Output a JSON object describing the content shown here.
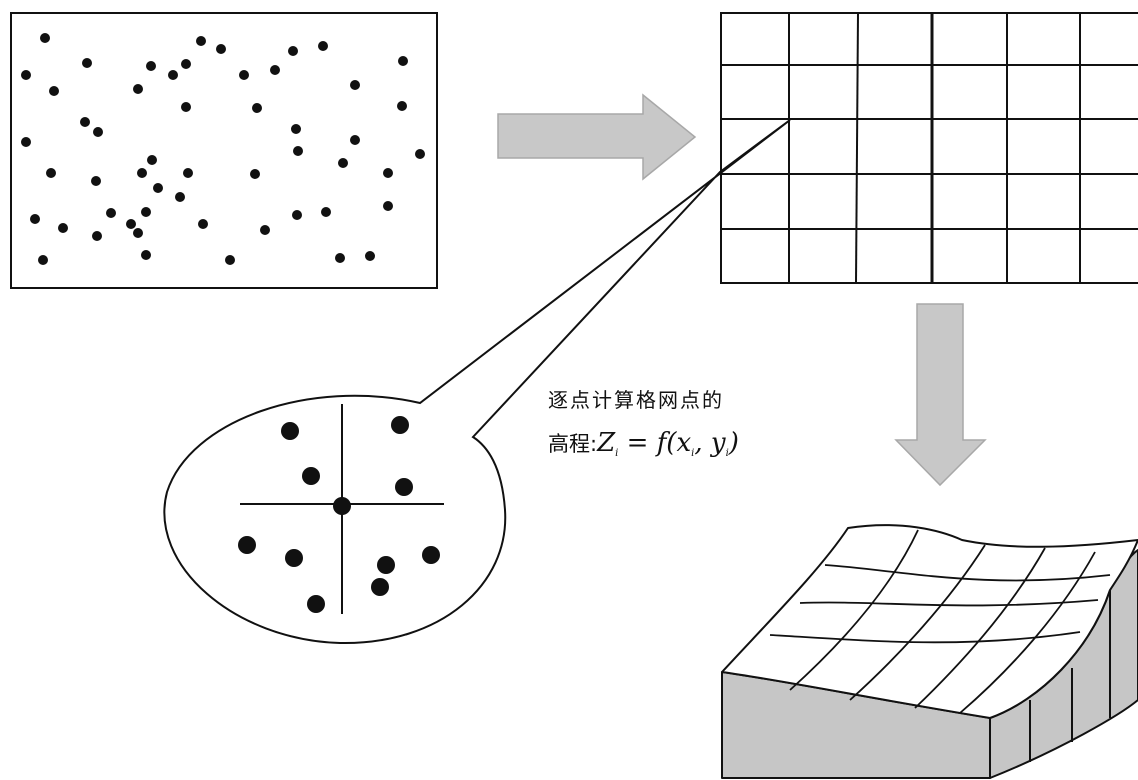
{
  "diagram": {
    "caption_line1": "逐点计算格网点的",
    "caption_line2_prefix": "高程:",
    "formula": {
      "lhs": "Z",
      "lhs_sub": "i",
      "eq": " = ",
      "func": "f(",
      "x": "x",
      "x_sub": "i",
      "comma": ", ",
      "y": "y",
      "y_sub": "i",
      "close": ")"
    },
    "colors": {
      "arrow_fill": "#c8c8c8",
      "arrow_stroke": "#a8a8a8",
      "ink": "#111111",
      "surface_fill": "#ffffff",
      "block_side": "#c6c6c6"
    }
  }
}
